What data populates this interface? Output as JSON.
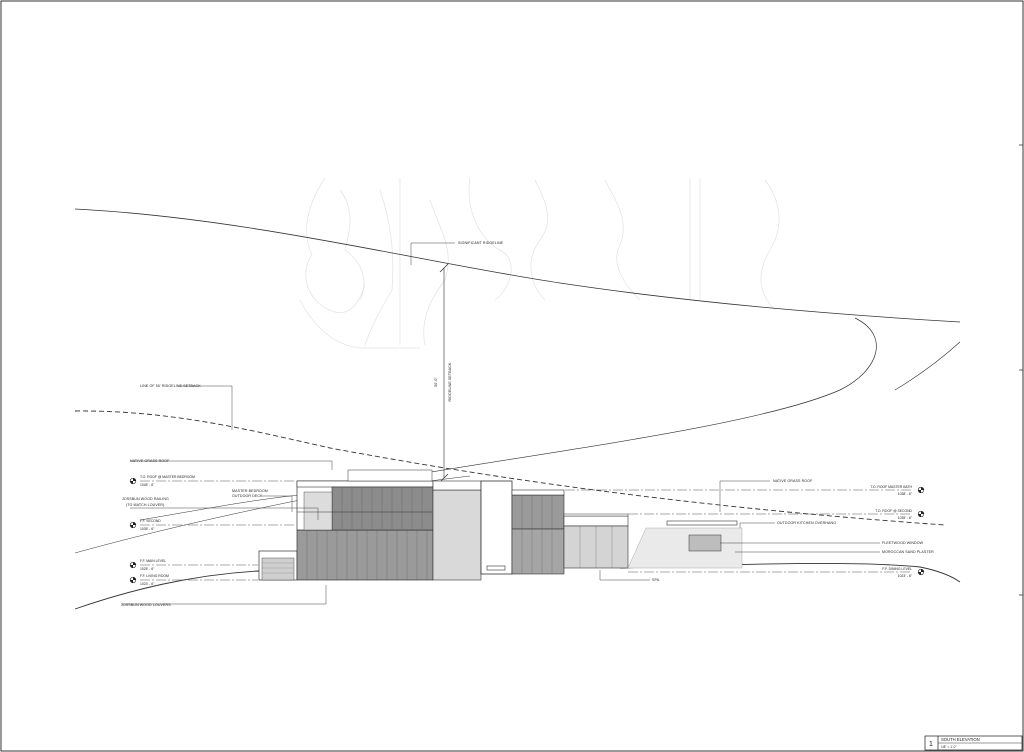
{
  "drawing": {
    "labels": {
      "significant_ridgeline": "SIGNIFICANT RIDGELINE",
      "ridge_setback_dim": "50'-0\"",
      "ridge_setback_text": "RIDGELINE SETBACK",
      "line_of_setback": "LINE OF 50' RIDGELINE SETBACK",
      "native_grass_roof_left": "NATIVE GRASS ROOF",
      "native_grass_roof_right": "NATIVE GRASS ROOF",
      "master_bedroom_deck_1": "MASTER BEDROOM",
      "master_bedroom_deck_2": "OUTDOOR DECK",
      "wood_railing_1": "JOSSBUN WOOD RAILING",
      "wood_railing_2": "(TO MATCH LOUVER)",
      "outdoor_kitchen": "OUTDOOR KITCHEN OVERHANG",
      "fleetwood_window": "FLEETWOOD WINDOW",
      "moroccan_plaster": "MOROCCAN SAND PLASTER",
      "spa": "SPA",
      "wood_louvers": "JOSSBUN WOOD LOUVERS"
    },
    "levels_left": [
      {
        "name": "T.O. ROOF @ MASTER BEDROOM",
        "elev": "1045' - 6\""
      },
      {
        "name": "F.F. SECOND",
        "elev": "1035' - 6\""
      },
      {
        "name": "F.F. MAIN LEVEL",
        "elev": "1025' - 6\""
      },
      {
        "name": "F.F. LIVING ROOM",
        "elev": "1023' - 6\""
      }
    ],
    "levels_right": [
      {
        "name": "T.O. ROOF MASTER BATH",
        "elev": "1038' - 6\""
      },
      {
        "name": "T.O. ROOF @ SECOND",
        "elev": "1035' - 6\""
      },
      {
        "name": "F.F. DINING LEVEL",
        "elev": "1023' - 6\""
      }
    ]
  },
  "title_block": {
    "number": "1",
    "title": "SOUTH ELEVATION",
    "scale": "1/8\" = 1'-0\""
  }
}
